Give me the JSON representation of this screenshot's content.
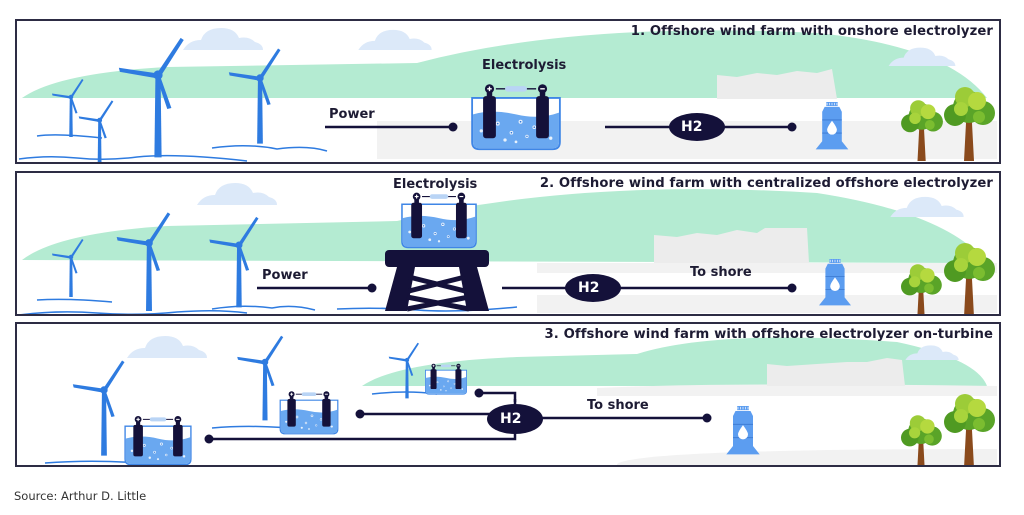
{
  "figure": {
    "panels": [
      {
        "title": "1. Offshore wind farm with onshore electrolyzer",
        "electrolysis_label": "Electrolysis",
        "power_label": "Power",
        "hydrogen_label": "H2",
        "tank_label": "H₂",
        "anode_symbol": "+",
        "cathode_symbol": "−"
      },
      {
        "title": "2. Offshore wind farm with centralized offshore electrolyzer",
        "electrolysis_label": "Electrolysis",
        "power_label": "Power",
        "hydrogen_label": "H2",
        "to_shore_label": "To shore",
        "tank_label": "H₂",
        "anode_symbol": "+",
        "cathode_symbol": "−"
      },
      {
        "title": "3. Offshore wind farm with offshore electrolyzer on-turbine",
        "hydrogen_label": "H2",
        "to_shore_label": "To shore",
        "tank_label": "H₂",
        "anode_symbol": "+",
        "cathode_symbol": "−"
      }
    ],
    "source": "Source: Arthur D. Little"
  },
  "colors": {
    "turbine": "#2e7be0",
    "hill": "#b4ebd2",
    "cloud": "#dce9f9",
    "city": "#ededed",
    "dark": "#14113a",
    "water": "#6aa8f0",
    "tank": "#5c9df0",
    "border": "#2d2c44"
  }
}
